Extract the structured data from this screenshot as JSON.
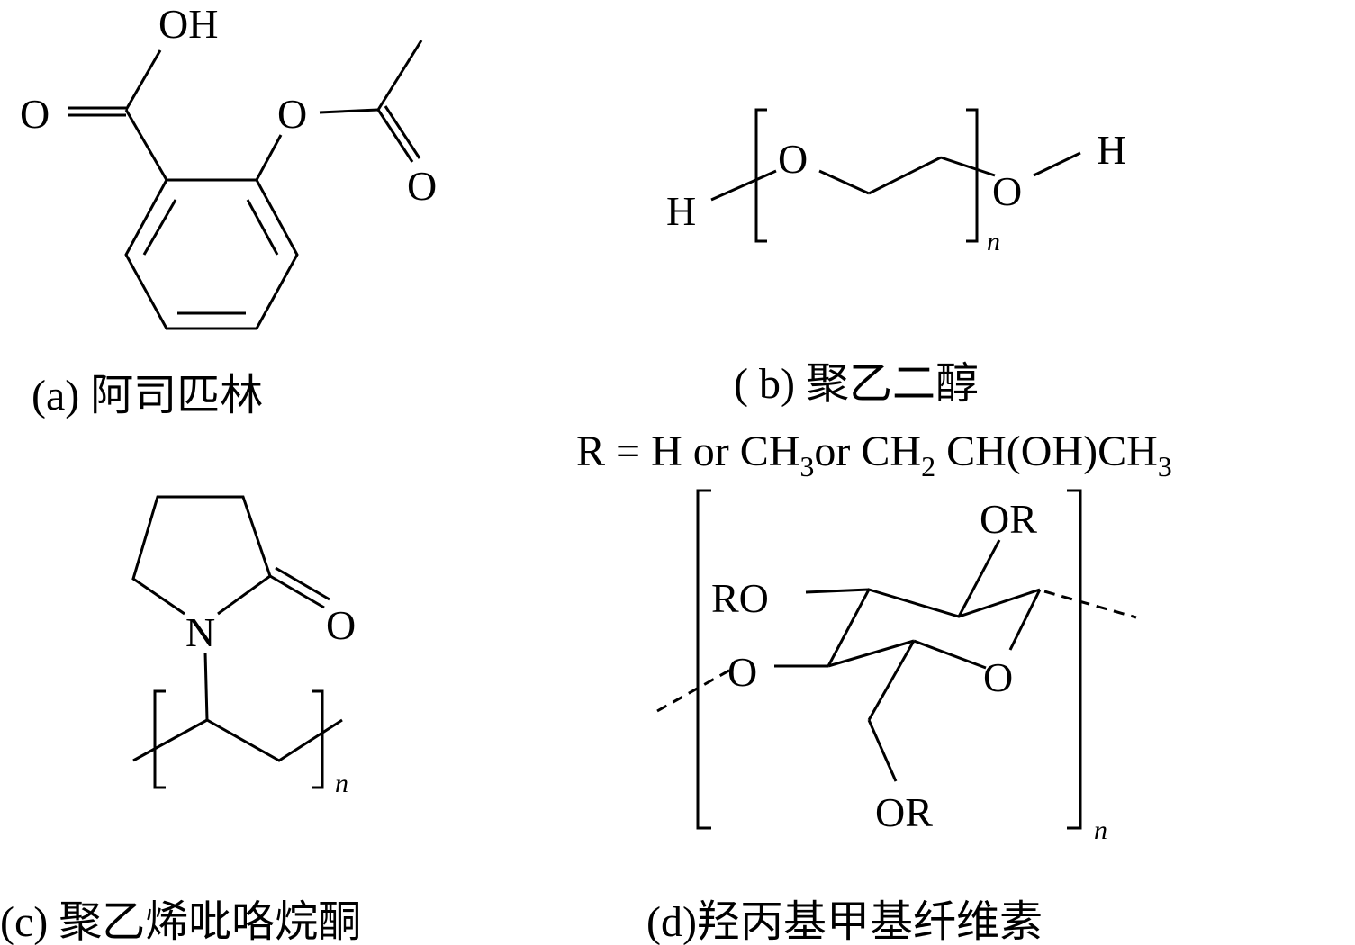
{
  "panels": {
    "a": {
      "caption": "(a) 阿司匹林",
      "atoms": {
        "oh": "OH",
        "o_carbonyl": "O",
        "o_ester": "O",
        "o_acetyl": "O"
      }
    },
    "b": {
      "caption": "( b) 聚乙二醇",
      "atoms": {
        "h_left": "H",
        "o1": "O",
        "o2": "O",
        "h_right": "H"
      },
      "repeat": "n"
    },
    "c": {
      "caption": "(c) 聚乙烯吡咯烷酮",
      "atoms": {
        "n_atom": "N",
        "o_atom": "O"
      },
      "repeat": "n"
    },
    "d": {
      "caption": "(d)羟丙基甲基纤维素",
      "r_definition": {
        "prefix": "R = H or CH",
        "s1": "3",
        "mid": "or CH",
        "s2": "2",
        "mid2": " CH(OH)CH",
        "s3": "3"
      },
      "atoms": {
        "or_top": "OR",
        "ro_left": "RO",
        "o_left": "O",
        "o_ring": "O",
        "or_bottom": "OR"
      },
      "repeat": "n"
    }
  }
}
